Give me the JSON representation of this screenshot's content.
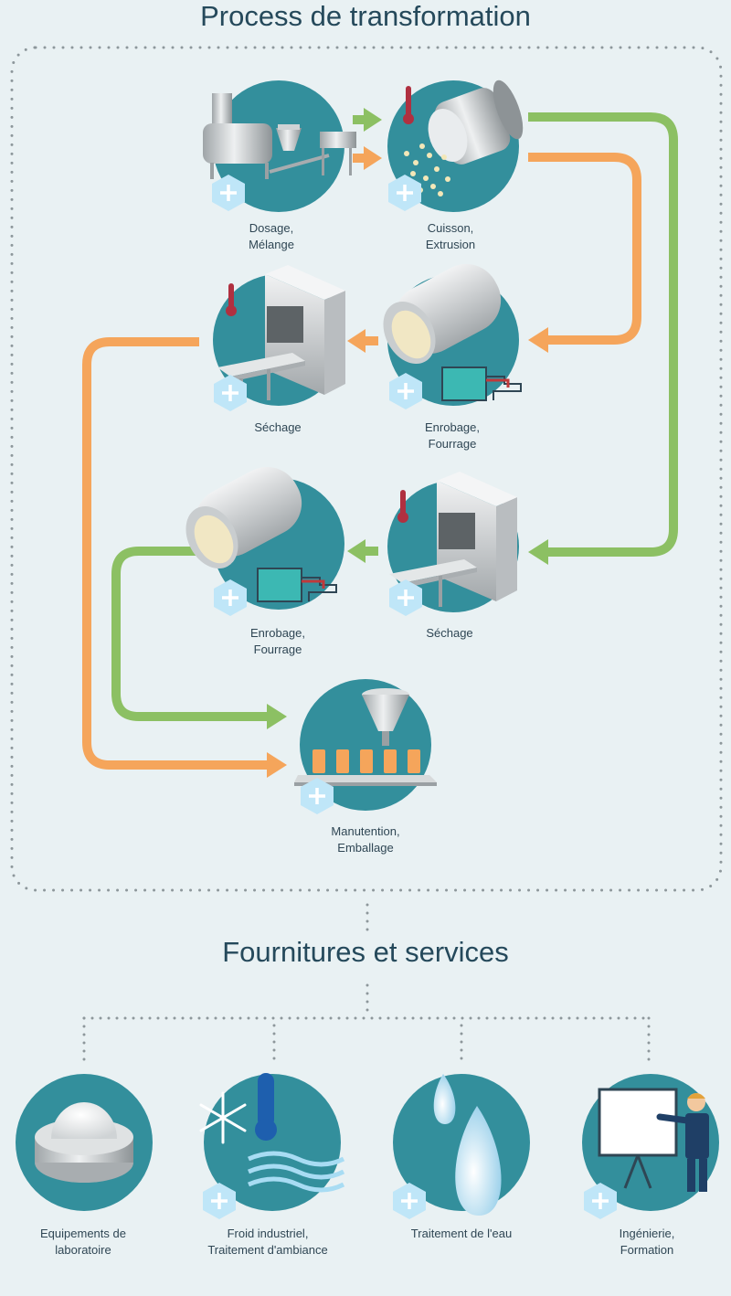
{
  "process": {
    "title": "Process de transformation",
    "steps": [
      {
        "label": "Dosage,\nMélange"
      },
      {
        "label": "Cuisson,\nExtrusion"
      },
      {
        "label": "Séchage"
      },
      {
        "label": "Enrobage,\nFourrage"
      },
      {
        "label": "Enrobage,\nFourrage"
      },
      {
        "label": "Séchage"
      },
      {
        "label": "Manutention,\nEmballage"
      }
    ]
  },
  "services": {
    "title": "Fournitures et services",
    "items": [
      {
        "label": "Equipements de\nlaboratoire"
      },
      {
        "label": "Froid industriel,\nTraitement d'ambiance"
      },
      {
        "label": "Traitement de l'eau"
      },
      {
        "label": "Ingénierie,\nFormation"
      }
    ]
  },
  "colors": {
    "teal": "#338f9c",
    "green_arrow": "#8cc063",
    "orange_arrow": "#f5a55b",
    "hex_badge": "#bfe6f8",
    "title": "#25495b",
    "background": "#e9f1f3"
  }
}
